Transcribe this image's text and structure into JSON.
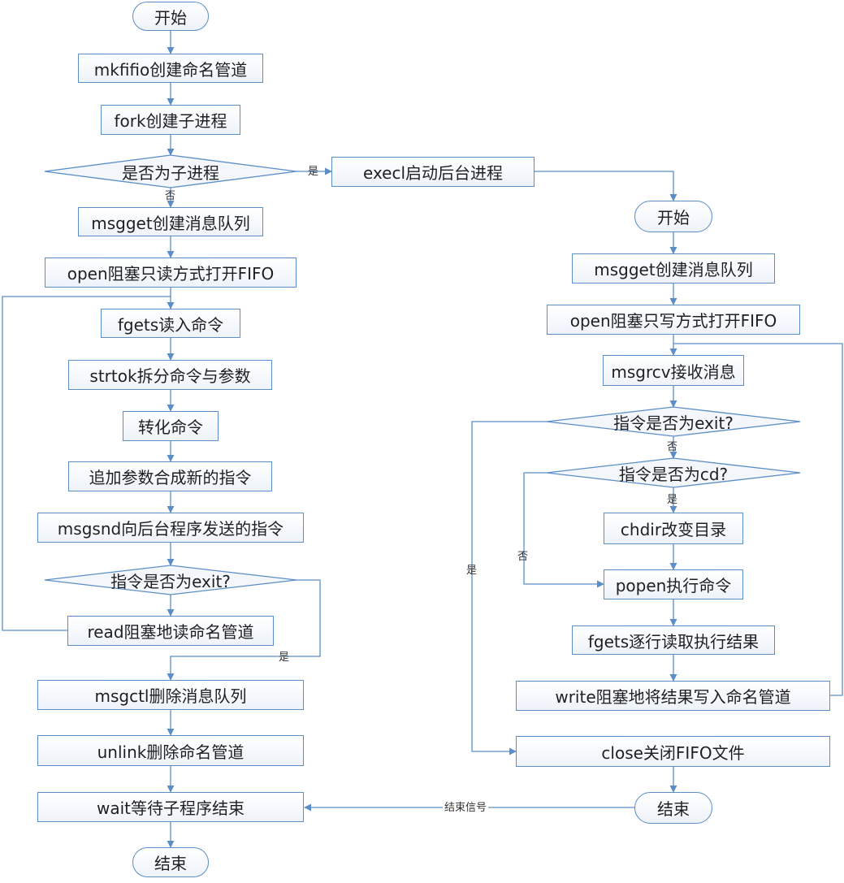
{
  "left": {
    "start": "开始",
    "mkfifo": "mkfifio创建命名管道",
    "fork": "fork创建子进程",
    "is_child": "是否为子进程",
    "msgget": "msgget创建消息队列",
    "open_read": "open阻塞只读方式打开FIFO",
    "fgets": "fgets读入命令",
    "strtok": "strtok拆分命令与参数",
    "convert": "转化命令",
    "append": "追加参数合成新的指令",
    "msgsnd": "msgsnd向后台程序发送的指令",
    "is_exit": "指令是否为exit?",
    "read": "read阻塞地读命名管道",
    "msgctl": "msgctl删除消息队列",
    "unlink": "unlink删除命名管道",
    "wait": "wait等待子程序结束",
    "end": "结束"
  },
  "right": {
    "execl": "execl启动后台进程",
    "start": "开始",
    "msgget": "msgget创建消息队列",
    "open_write": "open阻塞只写方式打开FIFO",
    "msgrcv": "msgrcv接收消息",
    "is_exit": "指令是否为exit?",
    "is_cd": "指令是否为cd?",
    "chdir": "chdir改变目录",
    "popen": "popen执行命令",
    "fgets": "fgets逐行读取执行结果",
    "write": "write阻塞地将结果写入命名管道",
    "close": "close关闭FIFO文件",
    "end": "结束"
  },
  "labels": {
    "yes_child": "是",
    "no_child": "否",
    "yes_exit_left": "是",
    "no_exit_right": "否",
    "yes_cd": "是",
    "no_cd": "否",
    "yes_exit_right": "是",
    "end_signal": "结束信号"
  },
  "colors": {
    "line": "#5b8ec6",
    "border": "#5b8ec6"
  }
}
